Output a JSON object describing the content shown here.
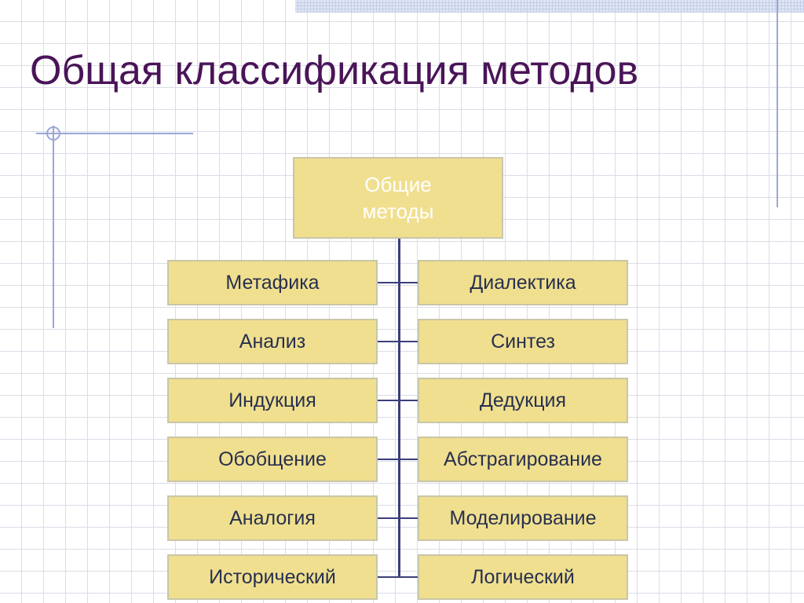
{
  "title": "Общая классификация методов",
  "root": {
    "line1": "Общие",
    "line2": "методы"
  },
  "left_items": [
    "Метафика",
    "Анализ",
    "Индукция",
    "Обобщение",
    "Аналогия",
    "Исторический"
  ],
  "right_items": [
    "Диалектика",
    "Синтез",
    "Дедукция",
    "Абстрагирование",
    "Моделирование",
    "Логический"
  ],
  "colors": {
    "title": "#4a1458",
    "box_fill": "#f0df8f",
    "box_border": "#c9c6a8",
    "box_text": "#27304e",
    "root_text": "#ffffff",
    "connector": "#3c3f7a"
  }
}
